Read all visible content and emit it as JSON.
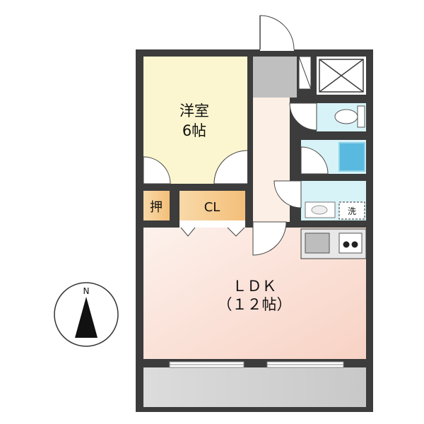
{
  "rooms": {
    "western_room": {
      "name": "洋室",
      "size": "6帖"
    },
    "ldk": {
      "name": "ＬＤＫ",
      "size": "（１２帖）"
    },
    "oshiire": "押",
    "closet": "CL",
    "washer": "洗"
  },
  "compass": {
    "north_label": "N"
  },
  "colors": {
    "wall": "#3c3c3c",
    "western_room": "#fbf6cf",
    "ldk_light": "#fdf0ea",
    "ldk_dark": "#f8d4c8",
    "hall": "#fcefe6",
    "closet": "#f6c98c",
    "wet_area": "#d8f3f8",
    "bath": "#5ab9de",
    "balcony": "#d2d2d2"
  }
}
